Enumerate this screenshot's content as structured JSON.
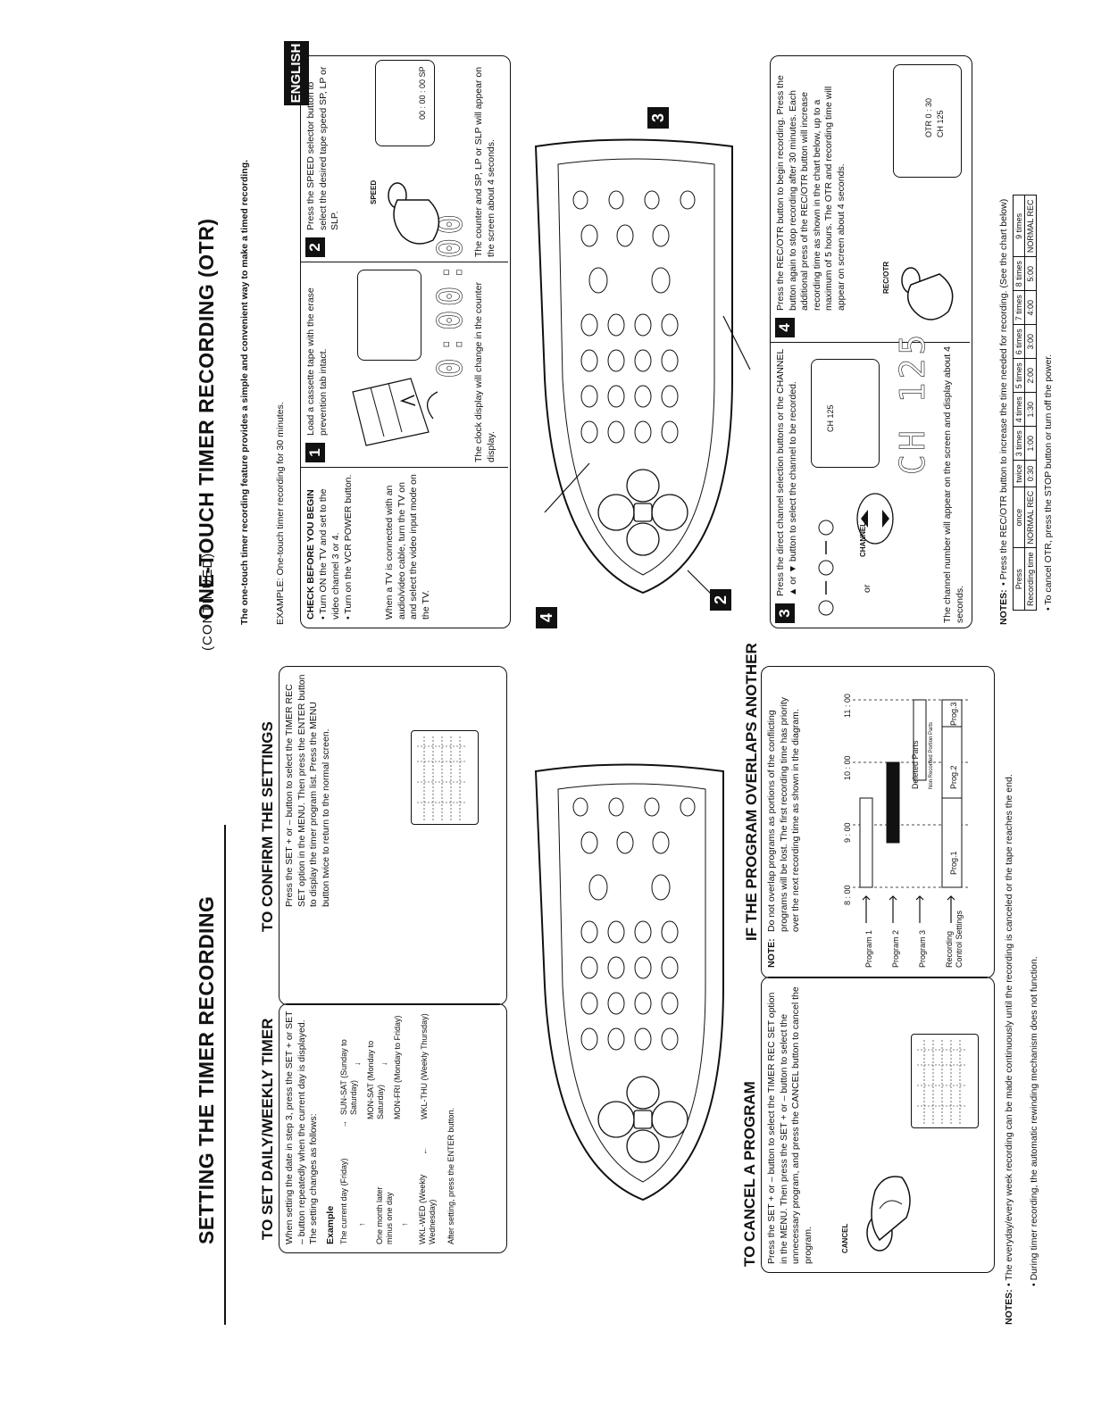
{
  "header": {
    "left_title": "SETTING THE TIMER RECORDING",
    "continued": "(CONTINUED)",
    "right_title": "ONE-TOUCH TIMER RECORDING (OTR)",
    "lang_tab": "ENGLISH"
  },
  "daily_weekly": {
    "title": "TO SET DAILY/WEEKLY TIMER",
    "intro": "When setting the date in step 3, press the SET + or SET – button repeatedly when the current day is displayed. The setting changes as follows:",
    "example_label": "Example",
    "current_day": "The current day (Friday)",
    "sun_sat": "SUN-SAT (Sunday to Saturday)",
    "mon_sat": "MON-SAT (Monday to Saturday)",
    "one_month": "One month later minus one day",
    "mon_fri": "MON-FRI (Monday to Friday)",
    "wkl_wed": "WKL-WED (Weekly Wednesday)",
    "wkl_thu": "WKL-THU (Weekly Thursday)",
    "after": "After setting, press the ENTER button."
  },
  "confirm": {
    "title": "TO CONFIRM THE SETTINGS",
    "text": "Press the SET + or – button to select the TIMER REC SET option in the MENU. Then press the ENTER button to display the timer program list. Press the MENU button twice to return to the normal screen."
  },
  "cancel": {
    "title": "TO CANCEL A PROGRAM",
    "text": "Press the SET + or – button to select the TIMER REC SET option in the MENU. Then press the SET + or – button to select the unnecessary program, and press the CANCEL button to cancel the program.",
    "button_label": "CANCEL"
  },
  "overlap": {
    "title": "IF THE PROGRAM OVERLAPS ANOTHER",
    "note_label": "NOTE:",
    "note": "Do not overlap programs as portions of the conflicting programs will be lost. The first recording time has priority over the next recording time as shown in the diagram.",
    "times": [
      "8 : 00",
      "9 : 00",
      "10 : 00",
      "11 : 00"
    ],
    "rows": [
      "Program 1",
      "Program 2",
      "Program 3",
      "Recording Control Settings"
    ],
    "bars": [
      "Prog.1",
      "Prog.2",
      "Prog.3"
    ],
    "deleted": "Deleted Parts",
    "non_recorded": "Non Recorded Portion Parts"
  },
  "notes_left": {
    "label": "NOTES:",
    "items": [
      "• The everyday/every week recording can be made continuously until the recording is canceled or the tape reaches the end.",
      "• During timer recording, the automatic rewinding mechanism does not function."
    ]
  },
  "otr": {
    "intro": "The one-touch timer recording feature provides a simple and convenient way to make a timed recording.",
    "example": "EXAMPLE: One-touch timer recording for 30 minutes.",
    "check_title": "CHECK BEFORE YOU BEGIN",
    "check_1": "• Turn ON the TV and set to the video channel 3 or 4.",
    "check_2": "• Turn on the VCR POWER button.",
    "check_3": "When a TV is connected with an audio/video cable, turn the TV on and select the video input mode on the TV.",
    "steps": [
      {
        "num": "1",
        "text": "Load a cassette tape with the erase prevention tab intact.",
        "footer": "The clock display will change in the counter display.",
        "lcd": "0:00:00"
      },
      {
        "num": "2",
        "text": "Press the SPEED selector button to select the desired tape speed SP, LP or SLP.",
        "footer": "The counter and SP, LP or SLP will appear on the screen about 4 seconds.",
        "label": "SPEED",
        "osd": "00 : 00 : 00  SP"
      },
      {
        "num": "3",
        "text": "Press the direct channel selection buttons or the CHANNEL ▲ or ▼ button to select the channel to be recorded.",
        "footer": "The channel number will appear on the screen and display about 4 seconds.",
        "label": "CHANNEL",
        "or": "or",
        "osd": "CH 125",
        "lcd": "CH 125"
      },
      {
        "num": "4",
        "text": "Press the REC/OTR button to begin recording. Press the button again to stop recording after 30 minutes. Each additional press of the REC/OTR button will increase recording time as shown in the chart below, up to a maximum of 5 hours. The OTR and recording time will appear on screen about 4 seconds.",
        "label": "REC/OTR",
        "osd_1": "OTR 0 : 30",
        "osd_2": "CH 125"
      }
    ]
  },
  "notes_right": {
    "label": "NOTES:",
    "item_1": "• Press the REC/OTR button to increase the time needed for recording. (See the chart below)",
    "item_2": "• To cancel OTR, press the STOP button or turn off the power.",
    "table_head": [
      "Press",
      "once",
      "twice",
      "3 times",
      "4 times",
      "5 times",
      "6 times",
      "7 times",
      "8 times",
      "9 times"
    ],
    "table_row": [
      "Recording time",
      "NORMAL REC",
      "0:30",
      "1:00",
      "1:30",
      "2:00",
      "3:00",
      "4:00",
      "5:00",
      "NORMAL REC"
    ]
  },
  "callouts": [
    "2",
    "3",
    "4"
  ]
}
